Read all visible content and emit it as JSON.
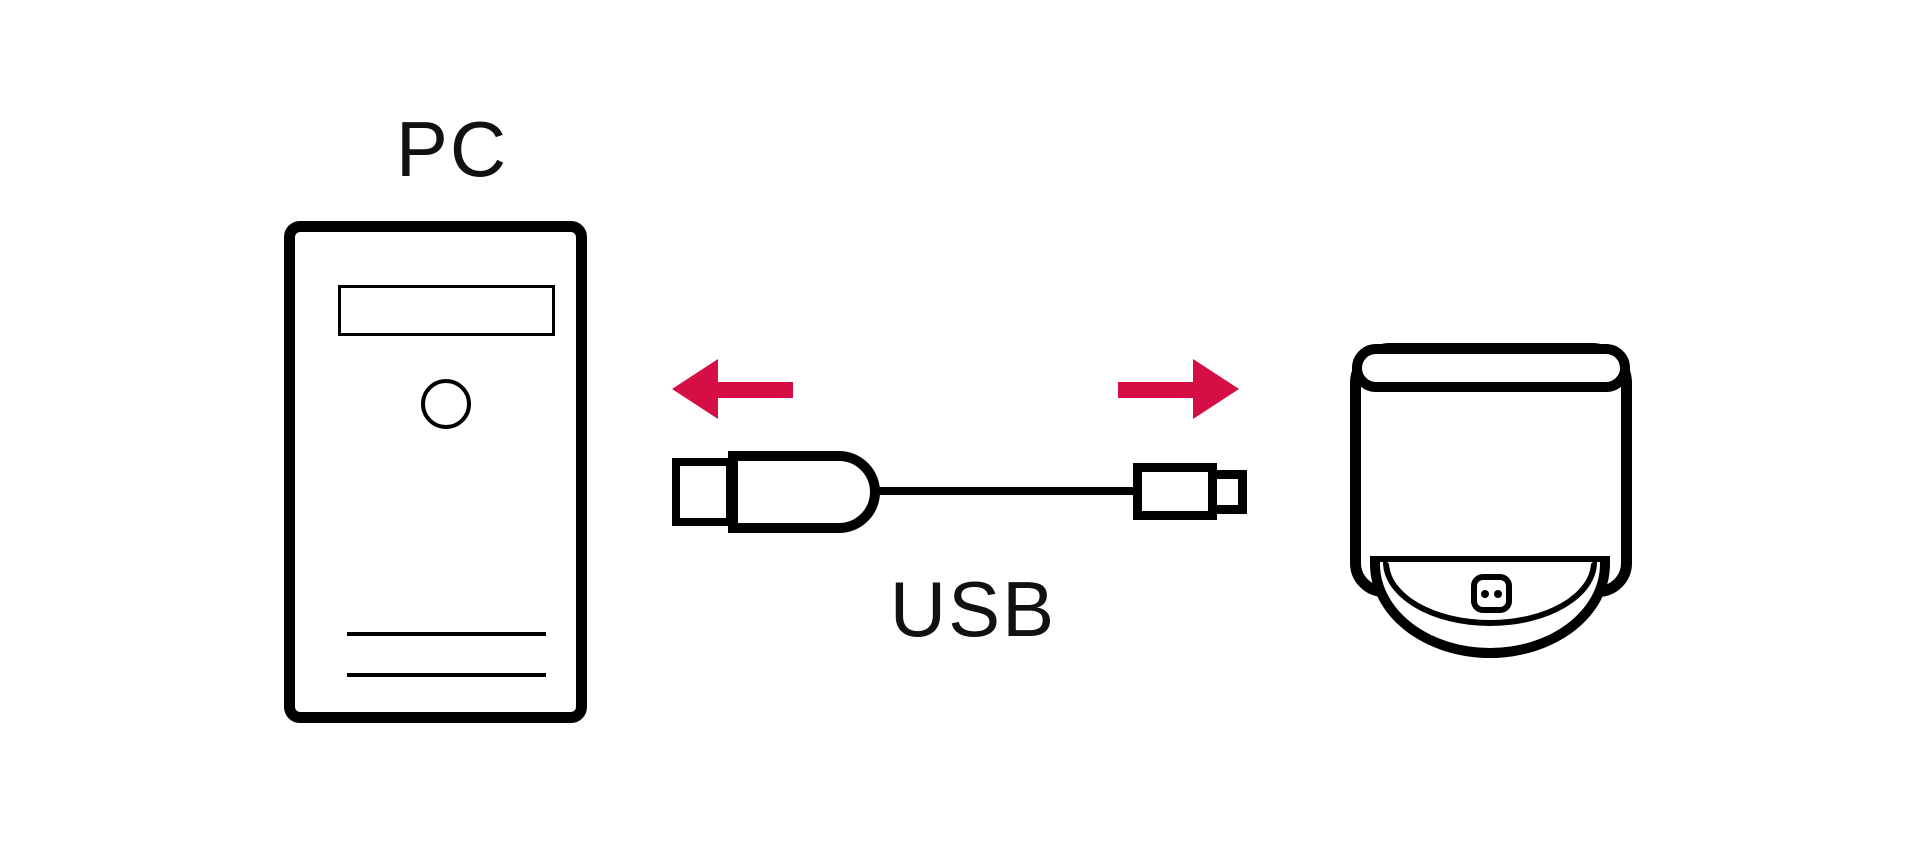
{
  "colors": {
    "bg": "#ffffff",
    "stroke": "#000000",
    "arrow": "#d50f45",
    "text": "#111111"
  },
  "pc": {
    "label": "PC"
  },
  "connection": {
    "label": "USB",
    "type": "usb-cable",
    "arrows": [
      {
        "name": "arrow-left",
        "direction": "left"
      },
      {
        "name": "arrow-right",
        "direction": "right"
      }
    ]
  },
  "device": {
    "name": "dock"
  }
}
